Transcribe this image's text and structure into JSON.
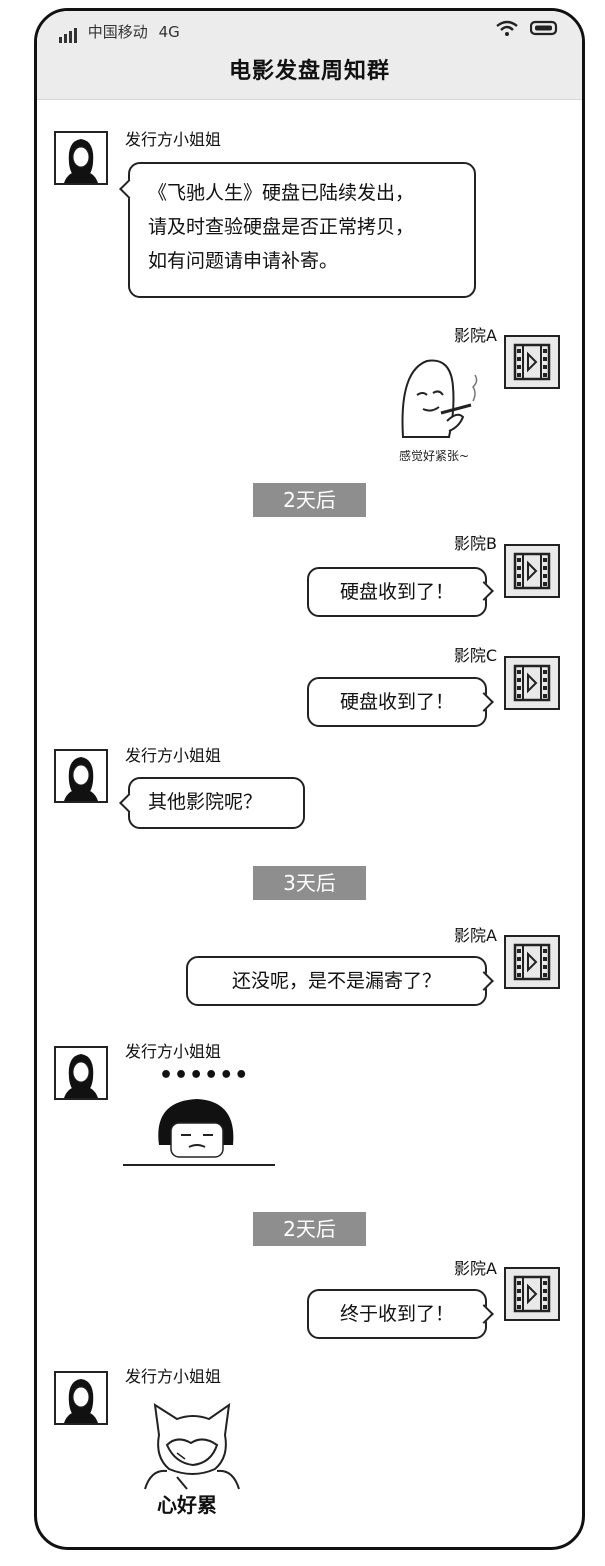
{
  "status_bar": {
    "carrier": "中国移动",
    "network": "4G"
  },
  "header": {
    "title": "电影发盘周知群"
  },
  "sender_names": {
    "distributor": "发行方小姐姐",
    "cinema_a": "影院A",
    "cinema_b": "影院B",
    "cinema_c": "影院C"
  },
  "messages": {
    "m1": {
      "lines": [
        "《飞驰人生》硬盘已陆续发出，",
        "请及时查验硬盘是否正常拷贝，",
        "如有问题请申请补寄。"
      ]
    },
    "m2_sticker_caption": "感觉好紧张~",
    "m3": "硬盘收到了！",
    "m4": "硬盘收到了！",
    "m5": "其他影院呢？",
    "m6": "还没呢，是不是漏寄了？",
    "m7_sticker_text": "••••••",
    "m8": "终于收到了！",
    "m9_sticker_caption": "心好累"
  },
  "time_dividers": [
    "2天后",
    "3天后",
    "2天后"
  ]
}
